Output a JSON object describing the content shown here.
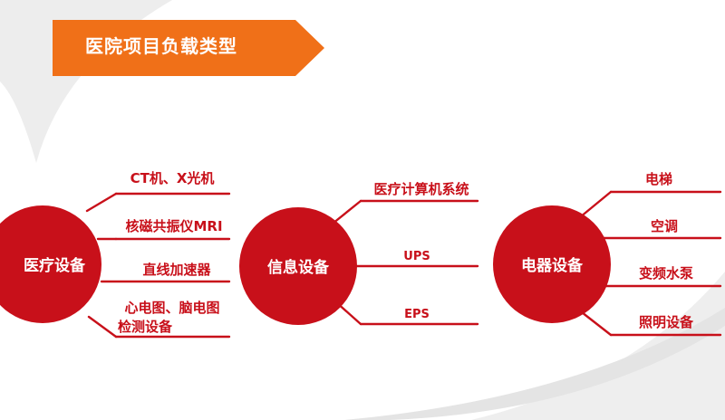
{
  "banner": {
    "title": "医院项目负载类型"
  },
  "clusters": [
    {
      "name": "医疗设备",
      "items": [
        "CT机、X光机",
        "核磁共振仪MRI",
        "直线加速器",
        "心电图、脑电图",
        "检测设备"
      ]
    },
    {
      "name": "信息设备",
      "items": [
        "医疗计算机系统",
        "UPS",
        "EPS"
      ]
    },
    {
      "name": "电器设备",
      "items": [
        "电梯",
        "空调",
        "变频水泵",
        "照明设备"
      ]
    }
  ],
  "colors": {
    "accent_orange": "#f07018",
    "primary_red": "#c8101a",
    "background": "#ffffff"
  }
}
